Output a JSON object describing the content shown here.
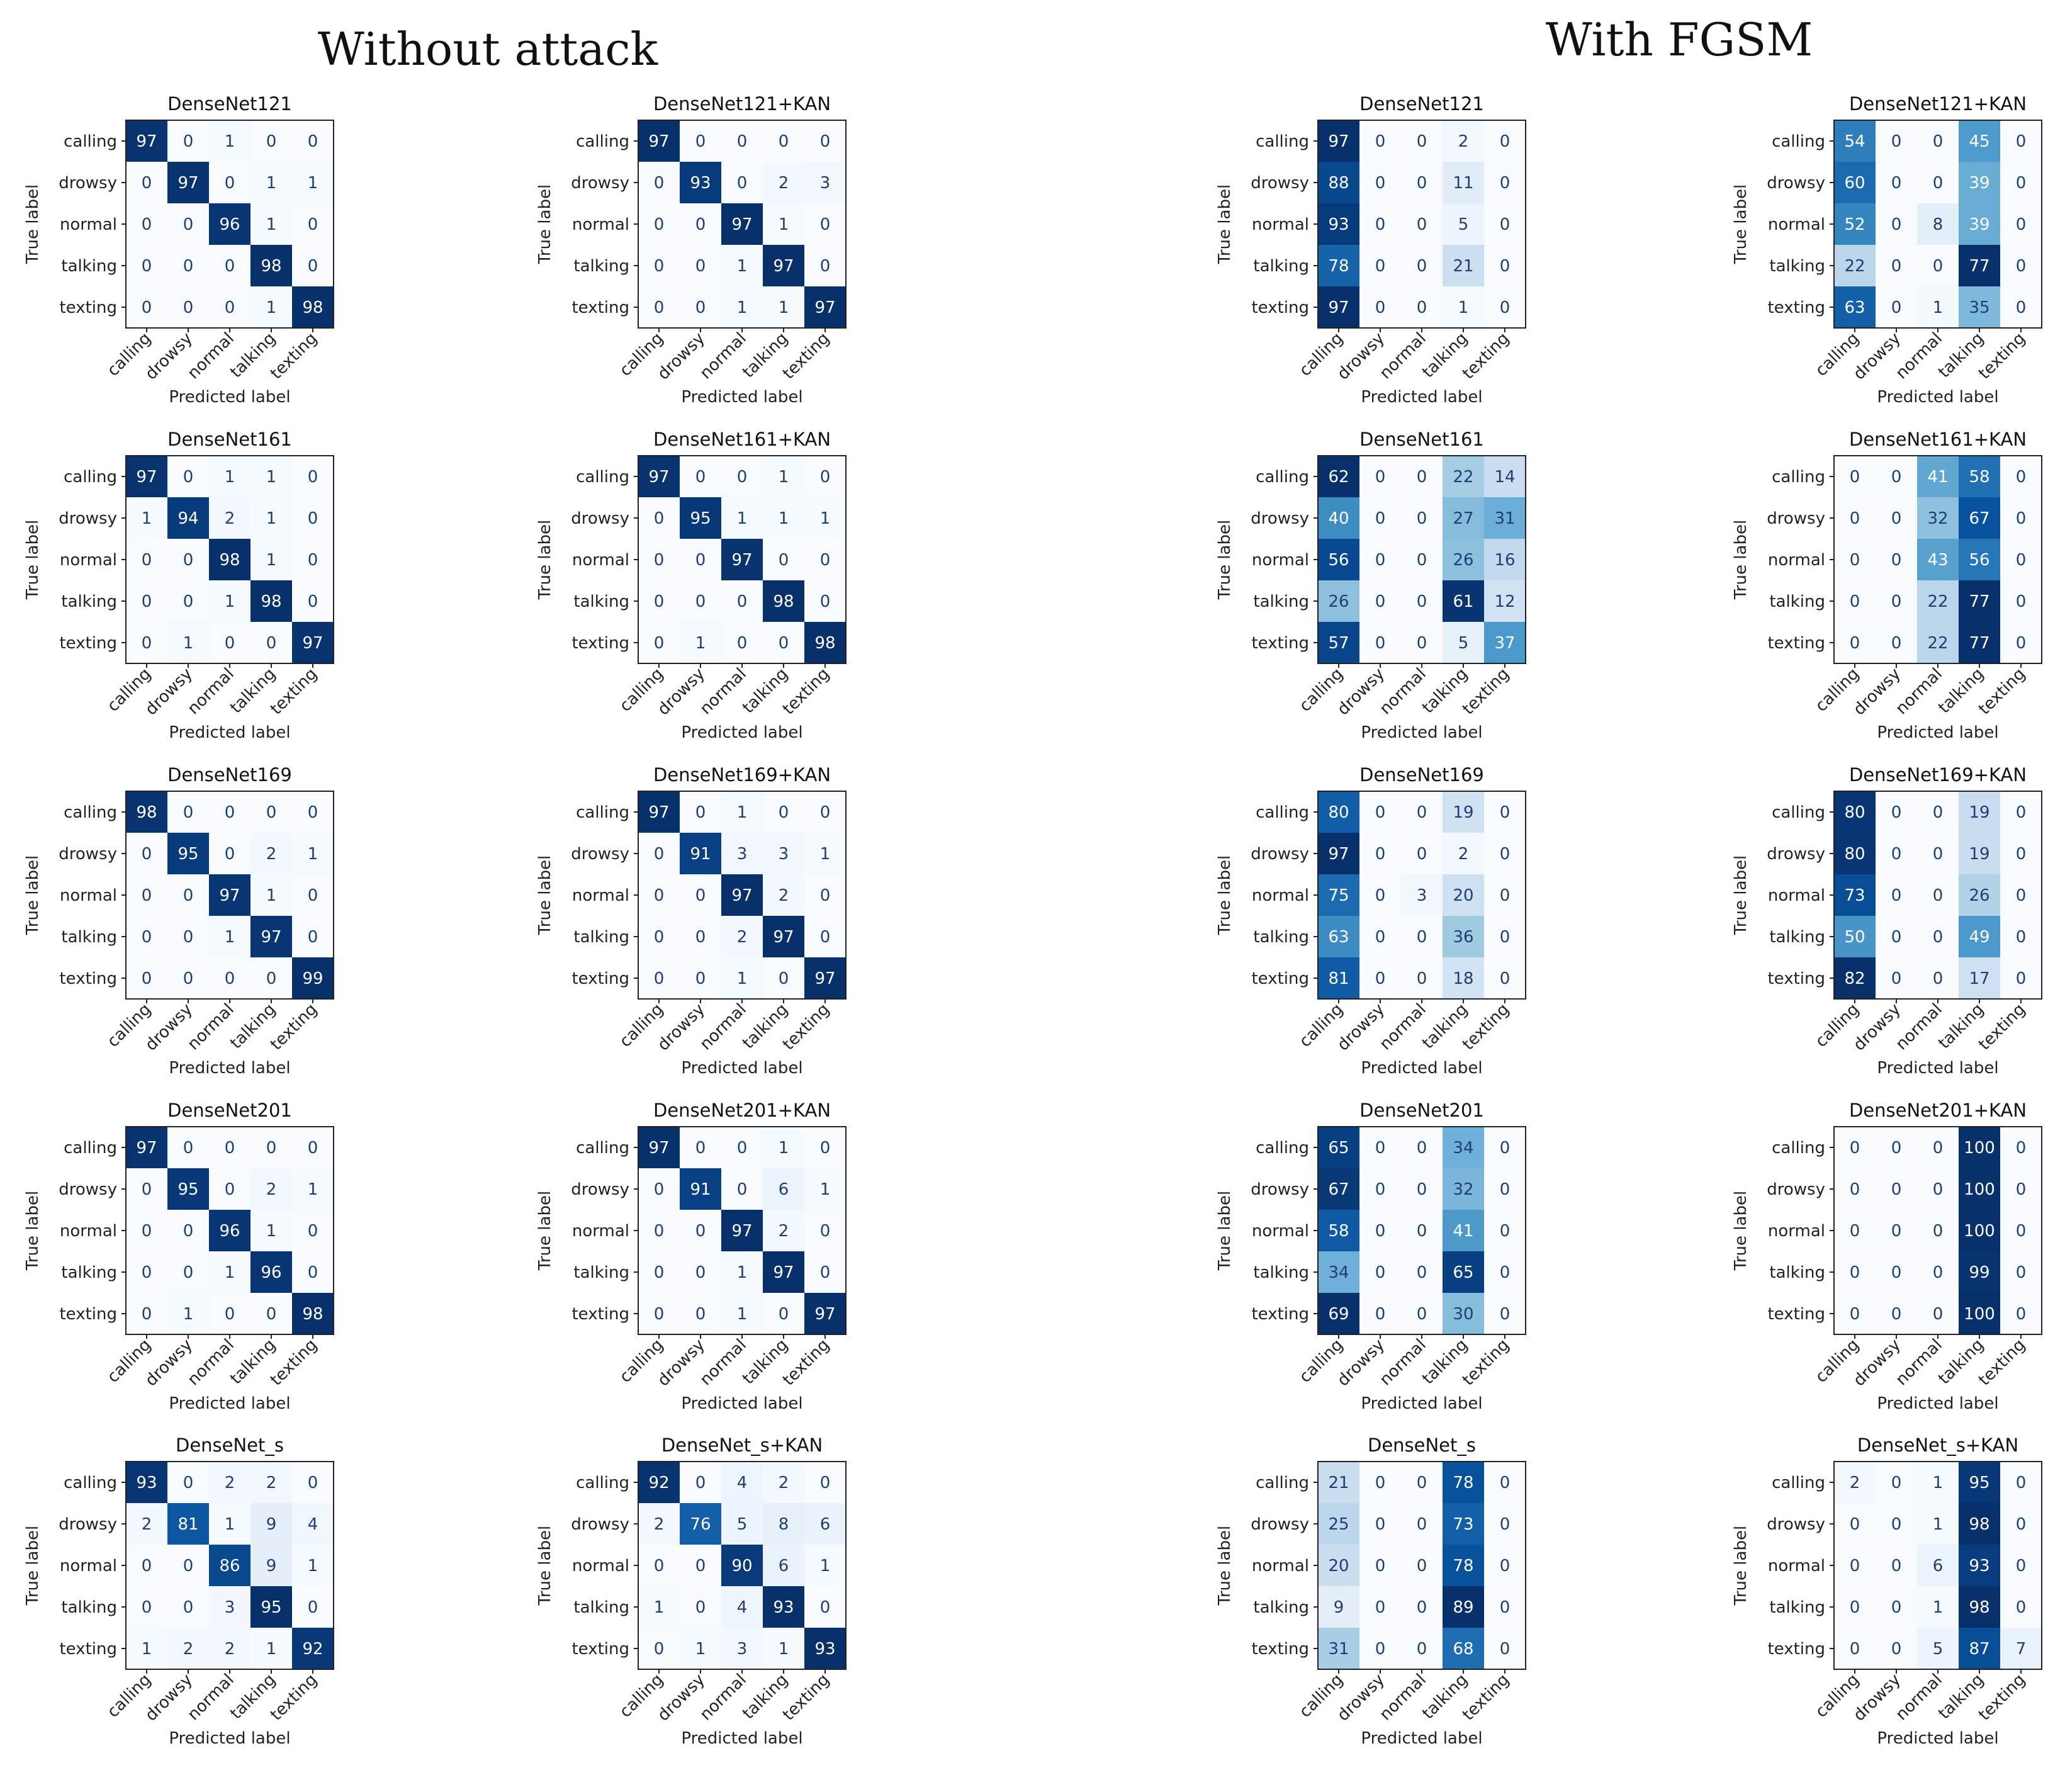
{
  "sections": [
    {
      "title": "Without attack"
    },
    {
      "title": "With FGSM"
    }
  ],
  "chart_data": [
    {
      "type": "heatmap",
      "section": "Without attack",
      "title": "DenseNet121",
      "xlabel": "Predicted label",
      "ylabel": "True label",
      "labels": [
        "calling",
        "drowsy",
        "normal",
        "talking",
        "texting"
      ],
      "matrix": [
        [
          97,
          0,
          1,
          0,
          0
        ],
        [
          0,
          97,
          0,
          1,
          1
        ],
        [
          0,
          0,
          96,
          1,
          0
        ],
        [
          0,
          0,
          0,
          98,
          0
        ],
        [
          0,
          0,
          0,
          1,
          98
        ]
      ]
    },
    {
      "type": "heatmap",
      "section": "Without attack",
      "title": "DenseNet121+KAN",
      "xlabel": "Predicted label",
      "ylabel": "True label",
      "labels": [
        "calling",
        "drowsy",
        "normal",
        "talking",
        "texting"
      ],
      "matrix": [
        [
          97,
          0,
          0,
          0,
          0
        ],
        [
          0,
          93,
          0,
          2,
          3
        ],
        [
          0,
          0,
          97,
          1,
          0
        ],
        [
          0,
          0,
          1,
          97,
          0
        ],
        [
          0,
          0,
          1,
          1,
          97
        ]
      ]
    },
    {
      "type": "heatmap",
      "section": "With FGSM",
      "title": "DenseNet121",
      "xlabel": "Predicted label",
      "ylabel": "True label",
      "labels": [
        "calling",
        "drowsy",
        "normal",
        "talking",
        "texting"
      ],
      "matrix": [
        [
          97,
          0,
          0,
          2,
          0
        ],
        [
          88,
          0,
          0,
          11,
          0
        ],
        [
          93,
          0,
          0,
          5,
          0
        ],
        [
          78,
          0,
          0,
          21,
          0
        ],
        [
          97,
          0,
          0,
          1,
          0
        ]
      ]
    },
    {
      "type": "heatmap",
      "section": "With FGSM",
      "title": "DenseNet121+KAN",
      "xlabel": "Predicted label",
      "ylabel": "True label",
      "labels": [
        "calling",
        "drowsy",
        "normal",
        "talking",
        "texting"
      ],
      "matrix": [
        [
          54,
          0,
          0,
          45,
          0
        ],
        [
          60,
          0,
          0,
          39,
          0
        ],
        [
          52,
          0,
          8,
          39,
          0
        ],
        [
          22,
          0,
          0,
          77,
          0
        ],
        [
          63,
          0,
          1,
          35,
          0
        ]
      ]
    },
    {
      "type": "heatmap",
      "section": "Without attack",
      "title": "DenseNet161",
      "xlabel": "Predicted label",
      "ylabel": "True label",
      "labels": [
        "calling",
        "drowsy",
        "normal",
        "talking",
        "texting"
      ],
      "matrix": [
        [
          97,
          0,
          1,
          1,
          0
        ],
        [
          1,
          94,
          2,
          1,
          0
        ],
        [
          0,
          0,
          98,
          1,
          0
        ],
        [
          0,
          0,
          1,
          98,
          0
        ],
        [
          0,
          1,
          0,
          0,
          97
        ]
      ]
    },
    {
      "type": "heatmap",
      "section": "Without attack",
      "title": "DenseNet161+KAN",
      "xlabel": "Predicted label",
      "ylabel": "True label",
      "labels": [
        "calling",
        "drowsy",
        "normal",
        "talking",
        "texting"
      ],
      "matrix": [
        [
          97,
          0,
          0,
          1,
          0
        ],
        [
          0,
          95,
          1,
          1,
          1
        ],
        [
          0,
          0,
          97,
          0,
          0
        ],
        [
          0,
          0,
          0,
          98,
          0
        ],
        [
          0,
          1,
          0,
          0,
          98
        ]
      ]
    },
    {
      "type": "heatmap",
      "section": "With FGSM",
      "title": "DenseNet161",
      "xlabel": "Predicted label",
      "ylabel": "True label",
      "labels": [
        "calling",
        "drowsy",
        "normal",
        "talking",
        "texting"
      ],
      "matrix": [
        [
          62,
          0,
          0,
          22,
          14
        ],
        [
          40,
          0,
          0,
          27,
          31
        ],
        [
          56,
          0,
          0,
          26,
          16
        ],
        [
          26,
          0,
          0,
          61,
          12
        ],
        [
          57,
          0,
          0,
          5,
          37
        ]
      ]
    },
    {
      "type": "heatmap",
      "section": "With FGSM",
      "title": "DenseNet161+KAN",
      "xlabel": "Predicted label",
      "ylabel": "True label",
      "labels": [
        "calling",
        "drowsy",
        "normal",
        "talking",
        "texting"
      ],
      "matrix": [
        [
          0,
          0,
          41,
          58,
          0
        ],
        [
          0,
          0,
          32,
          67,
          0
        ],
        [
          0,
          0,
          43,
          56,
          0
        ],
        [
          0,
          0,
          22,
          77,
          0
        ],
        [
          0,
          0,
          22,
          77,
          0
        ]
      ]
    },
    {
      "type": "heatmap",
      "section": "Without attack",
      "title": "DenseNet169",
      "xlabel": "Predicted label",
      "ylabel": "True label",
      "labels": [
        "calling",
        "drowsy",
        "normal",
        "talking",
        "texting"
      ],
      "matrix": [
        [
          98,
          0,
          0,
          0,
          0
        ],
        [
          0,
          95,
          0,
          2,
          1
        ],
        [
          0,
          0,
          97,
          1,
          0
        ],
        [
          0,
          0,
          1,
          97,
          0
        ],
        [
          0,
          0,
          0,
          0,
          99
        ]
      ]
    },
    {
      "type": "heatmap",
      "section": "Without attack",
      "title": "DenseNet169+KAN",
      "xlabel": "Predicted label",
      "ylabel": "True label",
      "labels": [
        "calling",
        "drowsy",
        "normal",
        "talking",
        "texting"
      ],
      "matrix": [
        [
          97,
          0,
          1,
          0,
          0
        ],
        [
          0,
          91,
          3,
          3,
          1
        ],
        [
          0,
          0,
          97,
          2,
          0
        ],
        [
          0,
          0,
          2,
          97,
          0
        ],
        [
          0,
          0,
          1,
          0,
          97
        ]
      ]
    },
    {
      "type": "heatmap",
      "section": "With FGSM",
      "title": "DenseNet169",
      "xlabel": "Predicted label",
      "ylabel": "True label",
      "labels": [
        "calling",
        "drowsy",
        "normal",
        "talking",
        "texting"
      ],
      "matrix": [
        [
          80,
          0,
          0,
          19,
          0
        ],
        [
          97,
          0,
          0,
          2,
          0
        ],
        [
          75,
          0,
          3,
          20,
          0
        ],
        [
          63,
          0,
          0,
          36,
          0
        ],
        [
          81,
          0,
          0,
          18,
          0
        ]
      ]
    },
    {
      "type": "heatmap",
      "section": "With FGSM",
      "title": "DenseNet169+KAN",
      "xlabel": "Predicted label",
      "ylabel": "True label",
      "labels": [
        "calling",
        "drowsy",
        "normal",
        "talking",
        "texting"
      ],
      "matrix": [
        [
          80,
          0,
          0,
          19,
          0
        ],
        [
          80,
          0,
          0,
          19,
          0
        ],
        [
          73,
          0,
          0,
          26,
          0
        ],
        [
          50,
          0,
          0,
          49,
          0
        ],
        [
          82,
          0,
          0,
          17,
          0
        ]
      ]
    },
    {
      "type": "heatmap",
      "section": "Without attack",
      "title": "DenseNet201",
      "xlabel": "Predicted label",
      "ylabel": "True label",
      "labels": [
        "calling",
        "drowsy",
        "normal",
        "talking",
        "texting"
      ],
      "matrix": [
        [
          97,
          0,
          0,
          0,
          0
        ],
        [
          0,
          95,
          0,
          2,
          1
        ],
        [
          0,
          0,
          96,
          1,
          0
        ],
        [
          0,
          0,
          1,
          96,
          0
        ],
        [
          0,
          1,
          0,
          0,
          98
        ]
      ]
    },
    {
      "type": "heatmap",
      "section": "Without attack",
      "title": "DenseNet201+KAN",
      "xlabel": "Predicted label",
      "ylabel": "True label",
      "labels": [
        "calling",
        "drowsy",
        "normal",
        "talking",
        "texting"
      ],
      "matrix": [
        [
          97,
          0,
          0,
          1,
          0
        ],
        [
          0,
          91,
          0,
          6,
          1
        ],
        [
          0,
          0,
          97,
          2,
          0
        ],
        [
          0,
          0,
          1,
          97,
          0
        ],
        [
          0,
          0,
          1,
          0,
          97
        ]
      ]
    },
    {
      "type": "heatmap",
      "section": "With FGSM",
      "title": "DenseNet201",
      "xlabel": "Predicted label",
      "ylabel": "True label",
      "labels": [
        "calling",
        "drowsy",
        "normal",
        "talking",
        "texting"
      ],
      "matrix": [
        [
          65,
          0,
          0,
          34,
          0
        ],
        [
          67,
          0,
          0,
          32,
          0
        ],
        [
          58,
          0,
          0,
          41,
          0
        ],
        [
          34,
          0,
          0,
          65,
          0
        ],
        [
          69,
          0,
          0,
          30,
          0
        ]
      ]
    },
    {
      "type": "heatmap",
      "section": "With FGSM",
      "title": "DenseNet201+KAN",
      "xlabel": "Predicted label",
      "ylabel": "True label",
      "labels": [
        "calling",
        "drowsy",
        "normal",
        "talking",
        "texting"
      ],
      "matrix": [
        [
          0,
          0,
          0,
          100,
          0
        ],
        [
          0,
          0,
          0,
          100,
          0
        ],
        [
          0,
          0,
          0,
          100,
          0
        ],
        [
          0,
          0,
          0,
          99,
          0
        ],
        [
          0,
          0,
          0,
          100,
          0
        ]
      ]
    },
    {
      "type": "heatmap",
      "section": "Without attack",
      "title": "DenseNet_s",
      "xlabel": "Predicted label",
      "ylabel": "True label",
      "labels": [
        "calling",
        "drowsy",
        "normal",
        "talking",
        "texting"
      ],
      "matrix": [
        [
          93,
          0,
          2,
          2,
          0
        ],
        [
          2,
          81,
          1,
          9,
          4
        ],
        [
          0,
          0,
          86,
          9,
          1
        ],
        [
          0,
          0,
          3,
          95,
          0
        ],
        [
          1,
          2,
          2,
          1,
          92
        ]
      ]
    },
    {
      "type": "heatmap",
      "section": "Without attack",
      "title": "DenseNet_s+KAN",
      "xlabel": "Predicted label",
      "ylabel": "True label",
      "labels": [
        "calling",
        "drowsy",
        "normal",
        "talking",
        "texting"
      ],
      "matrix": [
        [
          92,
          0,
          4,
          2,
          0
        ],
        [
          2,
          76,
          5,
          8,
          6
        ],
        [
          0,
          0,
          90,
          6,
          1
        ],
        [
          1,
          0,
          4,
          93,
          0
        ],
        [
          0,
          1,
          3,
          1,
          93
        ]
      ]
    },
    {
      "type": "heatmap",
      "section": "With FGSM",
      "title": "DenseNet_s",
      "xlabel": "Predicted label",
      "ylabel": "True label",
      "labels": [
        "calling",
        "drowsy",
        "normal",
        "talking",
        "texting"
      ],
      "matrix": [
        [
          21,
          0,
          0,
          78,
          0
        ],
        [
          25,
          0,
          0,
          73,
          0
        ],
        [
          20,
          0,
          0,
          78,
          0
        ],
        [
          9,
          0,
          0,
          89,
          0
        ],
        [
          31,
          0,
          0,
          68,
          0
        ]
      ]
    },
    {
      "type": "heatmap",
      "section": "With FGSM",
      "title": "DenseNet_s+KAN",
      "xlabel": "Predicted label",
      "ylabel": "True label",
      "labels": [
        "calling",
        "drowsy",
        "normal",
        "talking",
        "texting"
      ],
      "matrix": [
        [
          2,
          0,
          1,
          95,
          0
        ],
        [
          0,
          0,
          1,
          98,
          0
        ],
        [
          0,
          0,
          6,
          93,
          0
        ],
        [
          0,
          0,
          1,
          98,
          0
        ],
        [
          0,
          0,
          5,
          87,
          7
        ]
      ]
    }
  ]
}
